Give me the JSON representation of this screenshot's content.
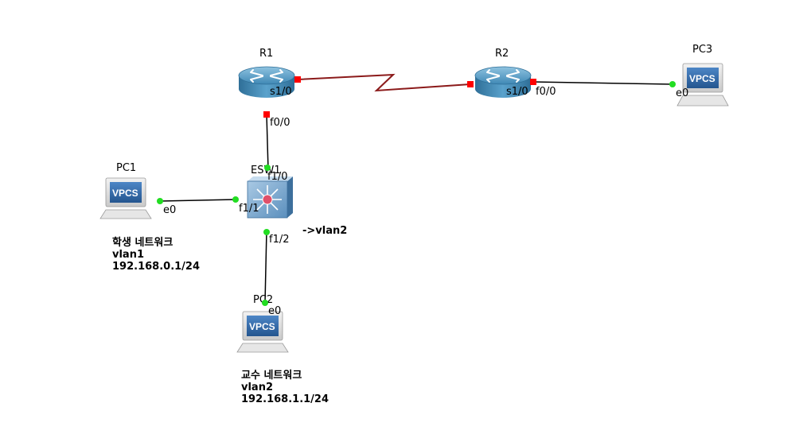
{
  "devices": {
    "r1": {
      "name": "R1"
    },
    "r2": {
      "name": "R2"
    },
    "esw1": {
      "name": "ESW1"
    },
    "pc1": {
      "name": "PC1",
      "badge": "VPCS"
    },
    "pc2": {
      "name": "PC2",
      "badge": "VPCS"
    },
    "pc3": {
      "name": "PC3",
      "badge": "VPCS"
    }
  },
  "interfaces": {
    "r1_s10": "s1/0",
    "r1_f00": "f0/0",
    "r2_s10": "s1/0",
    "r2_f00": "f0/0",
    "pc3_e0": "e0",
    "esw1_f10": "f1/0",
    "esw1_f11": "f1/1",
    "esw1_f12": "f1/2",
    "pc1_e0": "e0",
    "pc2_e0": "e0"
  },
  "notes": {
    "esw_vlan": "->vlan2",
    "pc1": {
      "line1": "학생 네트워크",
      "line2": "vlan1",
      "line3": "192.168.0.1/24"
    },
    "pc2": {
      "line1": "교수 네트워크",
      "line2": "vlan2",
      "line3": "192.168.1.1/24"
    }
  },
  "colors": {
    "link": "#000000",
    "serial": "#8b1a1a",
    "port_down": "#ff0000",
    "port_up": "#22dd22",
    "router_body": "#4a90b8",
    "vpcs_blue": "#2f67a8"
  }
}
